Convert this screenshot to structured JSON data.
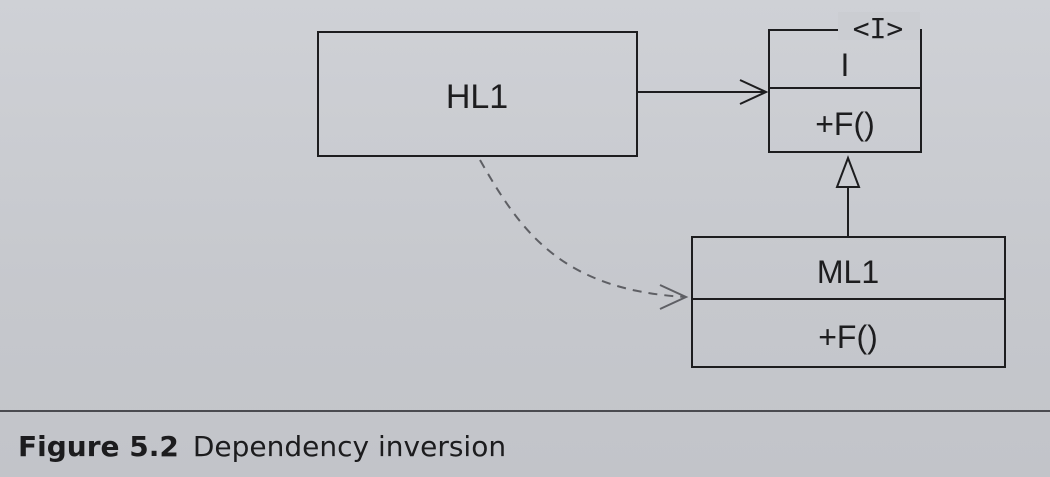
{
  "figure": {
    "number": "Figure 5.2",
    "title": "Dependency inversion"
  },
  "diagram": {
    "classes": [
      {
        "id": "hl1",
        "name": "HL1",
        "operations": []
      },
      {
        "id": "i",
        "name": "I",
        "stereotype": "<I>",
        "operations": [
          "+F()"
        ]
      },
      {
        "id": "ml1",
        "name": "ML1",
        "operations": [
          "+F()"
        ]
      }
    ],
    "relations": [
      {
        "from": "HL1",
        "to": "I",
        "kind": "dependency (solid open arrow)"
      },
      {
        "from": "ML1",
        "to": "I",
        "kind": "realization (hollow triangle)"
      },
      {
        "from": "HL1",
        "to": "ML1",
        "kind": "runtime dependency (dashed open arrow)"
      }
    ]
  },
  "colors": {
    "page": "#c9cbd0",
    "ink": "#1d1d1f",
    "dashed_ink": "#5e5f64",
    "rule": "#4a4b50"
  }
}
